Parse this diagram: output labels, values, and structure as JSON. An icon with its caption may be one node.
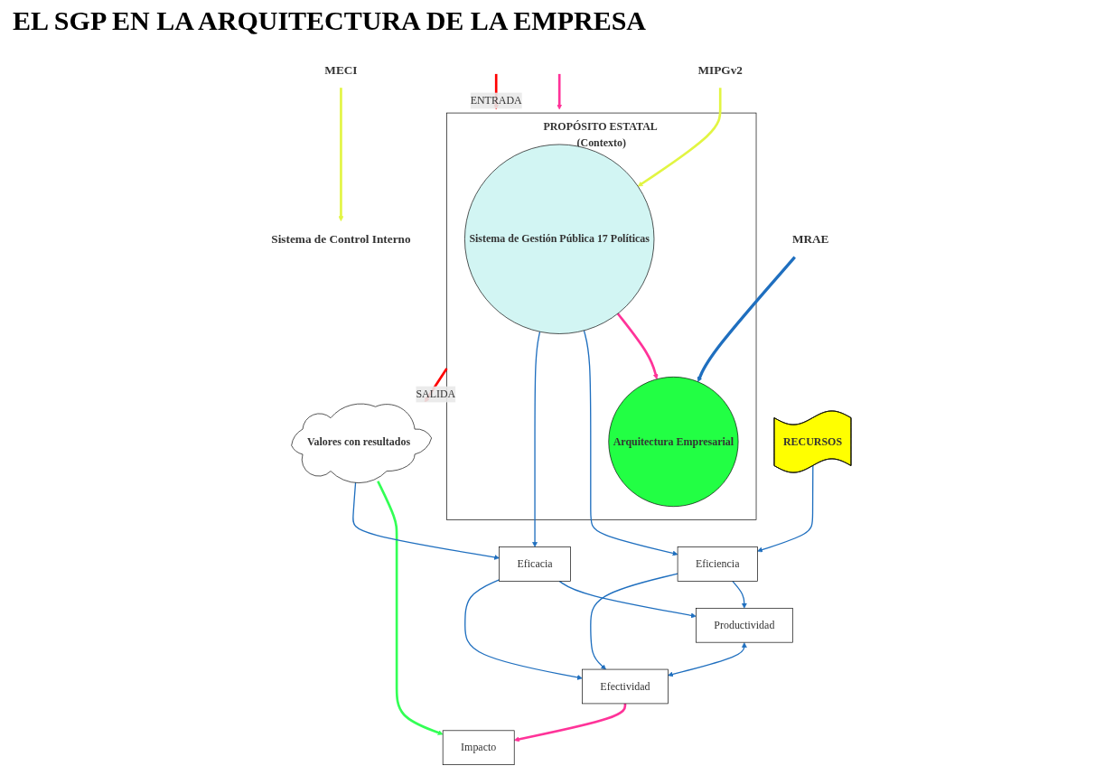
{
  "diagram": {
    "title": "EL SGP EN LA ARQUITECTURA DE LA EMPRESA",
    "nodes": [
      {
        "text": [
          "MECI"
        ]
      },
      {
        "text": [
          "Sistema de Control Interno"
        ]
      },
      {
        "text": [
          "MRAE"
        ]
      },
      {
        "text": [
          "MIPGv2"
        ]
      },
      {
        "text": [
          "PROPÓSITO ESTATAL (Contexto)"
        ]
      },
      {
        "text": [
          "Sistema de Gestión Pública 17 Políticas"
        ],
        "in": 4
      },
      {
        "text": [
          "Arquitectura Empresarial"
        ],
        "in": 4
      },
      {
        "text": [
          "Valores con resultados"
        ]
      },
      {
        "text": [
          "RECURSOS"
        ]
      },
      {
        "text": [
          "Eficiencia"
        ]
      },
      {
        "text": [
          "Eficacia"
        ]
      },
      {
        "text": [
          "Impacto"
        ]
      },
      {
        "text": [
          "Productividad"
        ]
      },
      {
        "text": [
          "Efectividad"
        ]
      }
    ],
    "edges": [
      {
        "from": 0,
        "to": 1,
        "arrow": "to",
        "color": "#e2f542"
      },
      {
        "from": null,
        "to": 4,
        "arrow": "to",
        "color": "#ff3399"
      },
      {
        "from": 2,
        "to": 6,
        "arrow": "to",
        "style": "thick"
      },
      {
        "from": 3,
        "to": 5,
        "arrow": "to",
        "color": "#e2f542"
      },
      {
        "from": 5,
        "to": 6,
        "arrow": "to",
        "color": "#ff3399"
      },
      {
        "from": null,
        "to": 4,
        "arrow": "to",
        "label": "ENTRADA",
        "color": "#ff0000"
      },
      {
        "from": 4,
        "to": 7,
        "arrow": "to",
        "label": "SALIDA",
        "color": "#ff0000"
      },
      {
        "from": 7,
        "to": 11,
        "arrow": "to",
        "color": "#33ff55"
      },
      {
        "from": 8,
        "to": 9,
        "arrow": "to"
      },
      {
        "from": 5,
        "to": 9,
        "arrow": "to"
      },
      {
        "from": 5,
        "to": 10,
        "arrow": "to"
      },
      {
        "from": 7,
        "to": 10,
        "arrow": "to"
      },
      {
        "from": 9,
        "to": 12,
        "arrow": "to"
      },
      {
        "from": 9,
        "to": 13,
        "arrow": "to"
      },
      {
        "from": 10,
        "to": 12,
        "arrow": "to"
      },
      {
        "from": 10,
        "to": 13,
        "arrow": "to"
      },
      {
        "from": 12,
        "to": 13,
        "arrow": "both"
      },
      {
        "from": 13,
        "to": 11,
        "arrow": "to",
        "color": "#ff3399"
      }
    ]
  }
}
